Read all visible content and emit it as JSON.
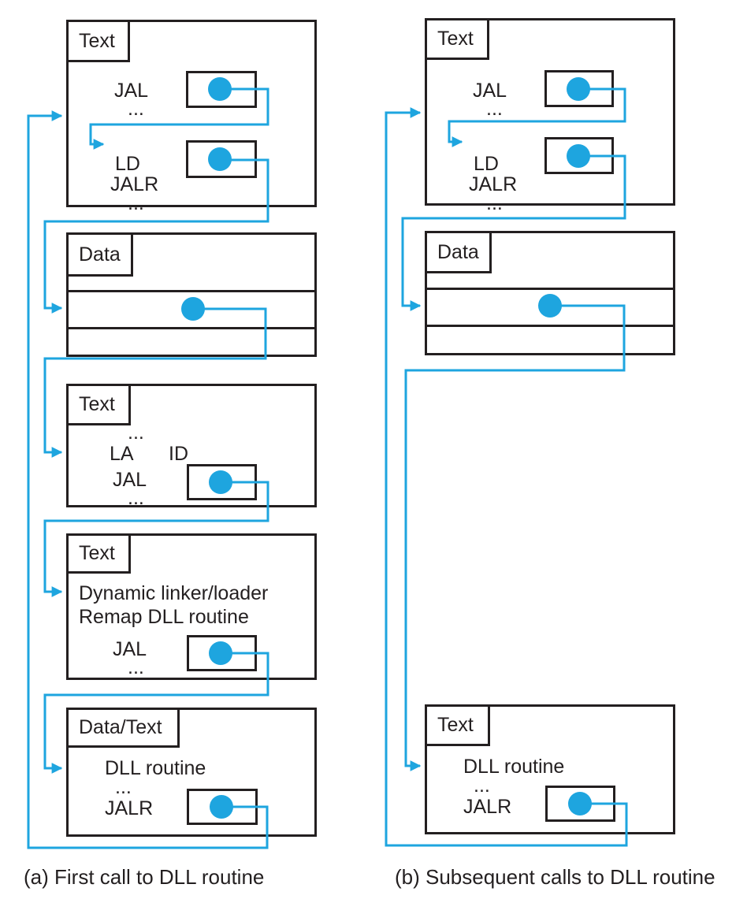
{
  "colors": {
    "accent_blue": "#1ea5df",
    "line_black": "#231f20",
    "background": "#ffffff"
  },
  "a": {
    "caption": "(a) First call to DLL routine",
    "box1": {
      "tab": "Text",
      "jal": "JAL",
      "dots1": "...",
      "ld": "LD",
      "jalr": "JALR",
      "dots2": "..."
    },
    "box2": {
      "tab": "Data"
    },
    "box3": {
      "tab": "Text",
      "dots1": "...",
      "la": "LA",
      "id": "ID",
      "jal": "JAL",
      "dots2": "..."
    },
    "box4": {
      "tab": "Text",
      "line1": "Dynamic linker/loader",
      "line2": "Remap DLL routine",
      "jal": "JAL",
      "dots": "..."
    },
    "box5": {
      "tab": "Data/Text",
      "line1": "DLL routine",
      "dots": "...",
      "jalr": "JALR"
    }
  },
  "b": {
    "caption": "(b) Subsequent calls to DLL routine",
    "box1": {
      "tab": "Text",
      "jal": "JAL",
      "dots1": "...",
      "ld": "LD",
      "jalr": "JALR",
      "dots2": "..."
    },
    "box2": {
      "tab": "Data"
    },
    "box3": {
      "tab": "Text",
      "line1": "DLL routine",
      "dots": "...",
      "jalr": "JALR"
    }
  }
}
